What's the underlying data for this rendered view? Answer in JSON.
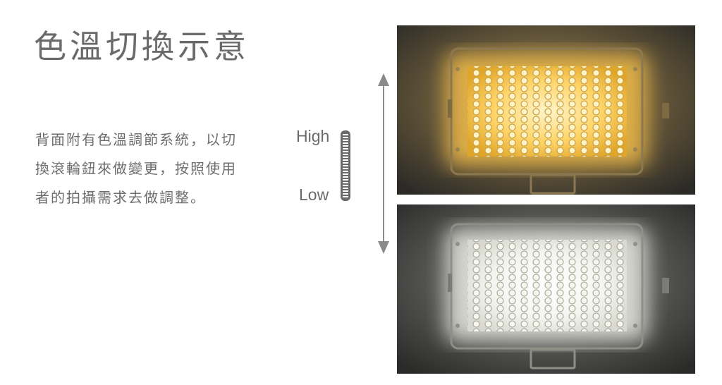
{
  "page": {
    "title": "色溫切換示意",
    "description_lines": [
      "背面附有色溫調節系統，以切",
      "換滾輪鈕來做變更，按照使用",
      "者的拍攝需求去做調整。"
    ]
  },
  "control": {
    "high_label": "High",
    "low_label": "Low",
    "dial_icon": "scroll-wheel-icon",
    "arrow_icon": "double-arrow-vertical-icon"
  },
  "images": {
    "warm": {
      "description_icon": "led-panel-warm",
      "glow_color": "#f2b233"
    },
    "cool": {
      "description_icon": "led-panel-cool",
      "glow_color": "#ffffff"
    }
  }
}
